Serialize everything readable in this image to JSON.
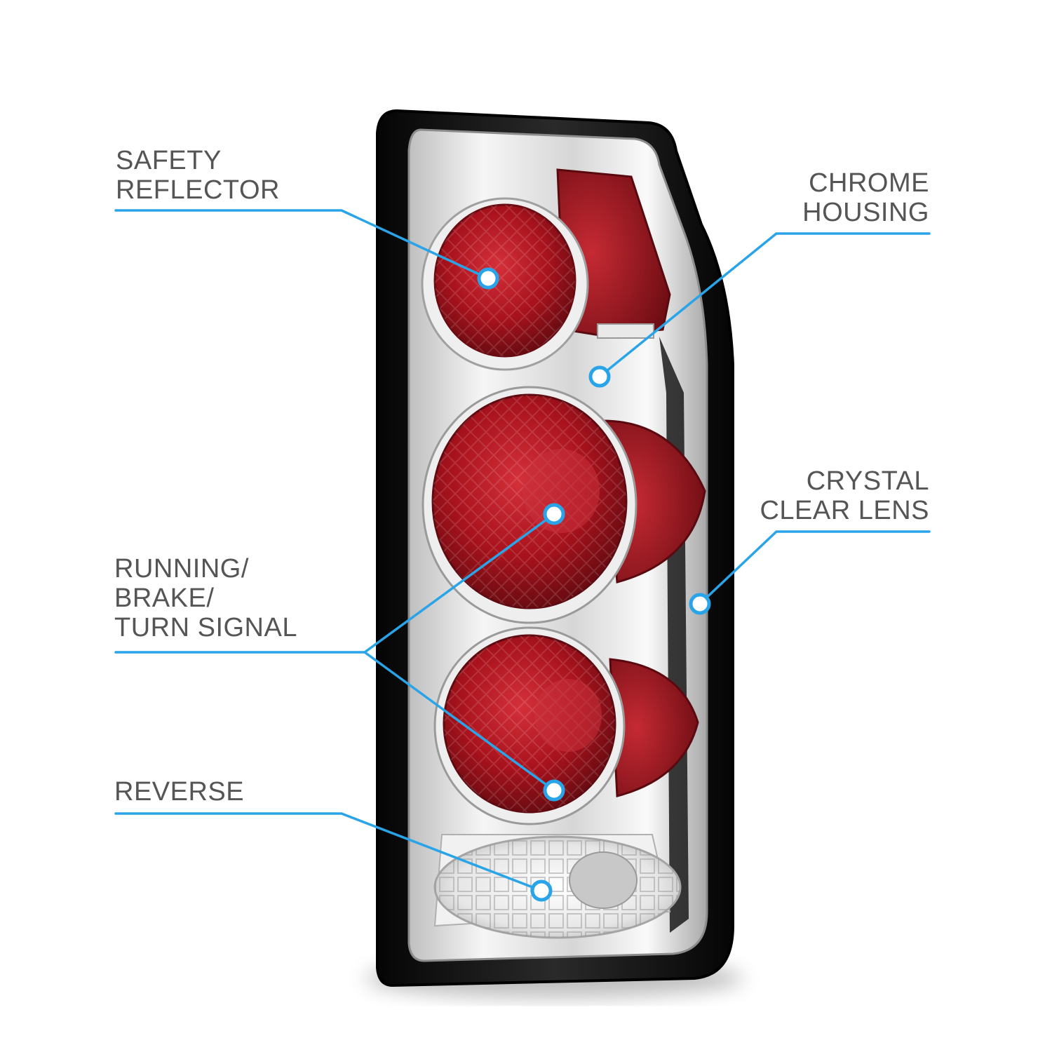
{
  "callouts": {
    "safety_reflector": {
      "lines": [
        "SAFETY",
        "REFLECTOR"
      ]
    },
    "chrome_housing": {
      "lines": [
        "CHROME",
        "HOUSING"
      ]
    },
    "crystal_clear_lens": {
      "lines": [
        "CRYSTAL",
        "CLEAR LENS"
      ]
    },
    "running_brake_turn": {
      "lines": [
        "RUNNING/",
        "BRAKE/",
        "TURN SIGNAL"
      ]
    },
    "reverse": {
      "lines": [
        "REVERSE"
      ]
    }
  },
  "colors": {
    "callout_line": "#2aa4e8",
    "label_text": "#555555",
    "housing_black": "#111111",
    "chrome": "#e4e4e4",
    "lens_red": "#a8121c",
    "lens_dark_red": "#5e0a10"
  },
  "icons": {
    "callout_dot": "circle-dot-icon"
  }
}
